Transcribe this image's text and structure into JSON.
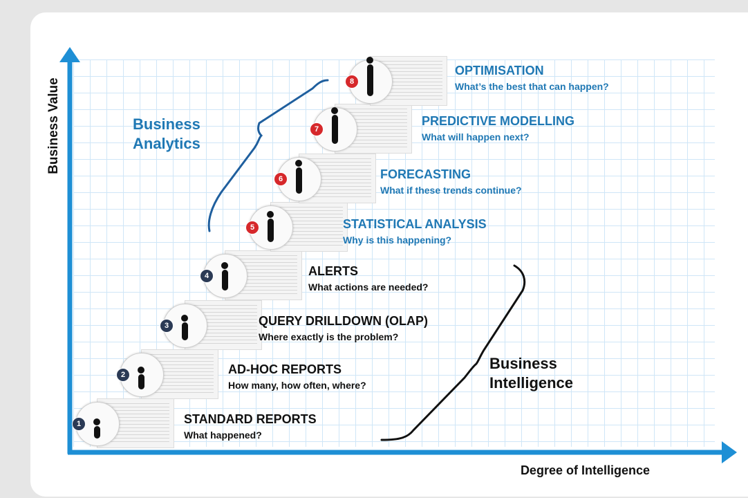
{
  "axes": {
    "y_label": "Business Value",
    "x_label": "Degree of Intelligence"
  },
  "groups": {
    "analytics_line1": "Business",
    "analytics_line2": "Analytics",
    "intelligence_line1": "Business",
    "intelligence_line2": "Intelligence"
  },
  "colors": {
    "axis": "#1e8fd5",
    "analytics_text": "#1f78b4",
    "intelligence_text": "#111111",
    "grid": "#cfe6f7",
    "badge_dark": "#2b3a55",
    "badge_red": "#d6282b"
  },
  "steps": [
    {
      "number": "1",
      "title": "STANDARD REPORTS",
      "question": "What happened?",
      "badge_color": "#2b3a55",
      "text_color": "#111111"
    },
    {
      "number": "2",
      "title": "AD-HOC REPORTS",
      "question": "How many, how often, where?",
      "badge_color": "#2b3a55",
      "text_color": "#111111"
    },
    {
      "number": "3",
      "title": "QUERY DRILLDOWN (OLAP)",
      "question": "Where exactly is the problem?",
      "badge_color": "#2b3a55",
      "text_color": "#111111"
    },
    {
      "number": "4",
      "title": "ALERTS",
      "question": "What actions are needed?",
      "badge_color": "#2b3a55",
      "text_color": "#111111"
    },
    {
      "number": "5",
      "title": "STATISTICAL ANALYSIS",
      "question": "Why is this happening?",
      "badge_color": "#d6282b",
      "text_color": "#1f78b4"
    },
    {
      "number": "6",
      "title": "FORECASTING",
      "question": "What if these trends continue?",
      "badge_color": "#d6282b",
      "text_color": "#1f78b4"
    },
    {
      "number": "7",
      "title": "PREDICTIVE MODELLING",
      "question": "What will happen next?",
      "badge_color": "#d6282b",
      "text_color": "#1f78b4"
    },
    {
      "number": "8",
      "title": "OPTIMISATION",
      "question": "What’s the best that can happen?",
      "badge_color": "#d6282b",
      "text_color": "#1f78b4"
    }
  ]
}
